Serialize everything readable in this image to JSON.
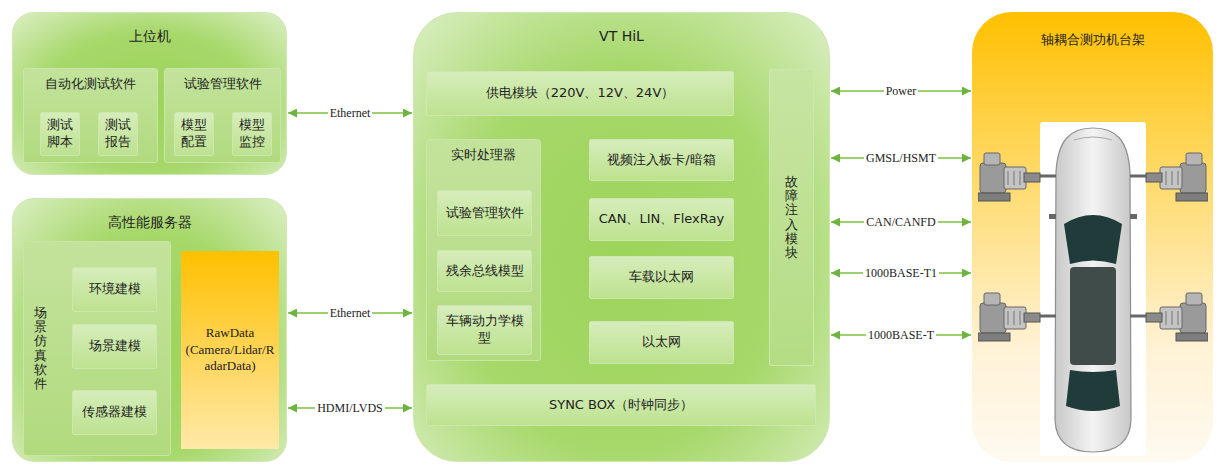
{
  "diagram": {
    "nodes": [
      {
        "text": [
          "上位机"
        ]
      },
      {
        "text": [
          "自动化测试软件"
        ],
        "in": 0
      },
      {
        "text": [
          "测试脚本"
        ],
        "in": 1
      },
      {
        "text": [
          "测试报告"
        ],
        "in": 1
      },
      {
        "text": [
          "试验管理软件"
        ],
        "in": 0
      },
      {
        "text": [
          "模型配置"
        ],
        "in": 4
      },
      {
        "text": [
          "模型监控"
        ],
        "in": 4
      },
      {
        "text": [
          "高性能服务器"
        ]
      },
      {
        "text": [
          "场景仿真软件"
        ],
        "in": 7
      },
      {
        "text": [
          "环境建模"
        ],
        "in": 8
      },
      {
        "text": [
          "场景建模"
        ],
        "in": 8
      },
      {
        "text": [
          "传感器建模"
        ],
        "in": 8
      },
      {
        "text": [
          "RawData (Camera/Lidar/RadarData)"
        ],
        "in": 7
      },
      {
        "text": [
          "VT HiL"
        ]
      },
      {
        "text": [
          "供电模块（220V、12V、24V）"
        ],
        "in": 13
      },
      {
        "text": [
          "实时处理器"
        ],
        "in": 13
      },
      {
        "text": [
          "试验管理软件"
        ],
        "in": 15
      },
      {
        "text": [
          "残余总线模型"
        ],
        "in": 15
      },
      {
        "text": [
          "车辆动力学模型"
        ],
        "in": 15
      },
      {
        "text": [
          "视频注入板卡/暗箱"
        ],
        "in": 13
      },
      {
        "text": [
          "CAN、LIN、FlexRay"
        ],
        "in": 13
      },
      {
        "text": [
          "车载以太网"
        ],
        "in": 13
      },
      {
        "text": [
          "以太网"
        ],
        "in": 13
      },
      {
        "text": [
          "故障注入模块"
        ],
        "in": 13
      },
      {
        "text": [
          "SYNC BOX（时钟同步）"
        ],
        "in": 13
      },
      {
        "text": [
          "轴耦合测功机台架"
        ]
      }
    ],
    "edges": [
      {
        "from": 0,
        "to": 13,
        "label": "Ethernet",
        "arrow": "both"
      },
      {
        "from": 7,
        "to": 13,
        "label": "Ethernet",
        "arrow": "both"
      },
      {
        "from": 7,
        "to": 13,
        "label": "HDMI/LVDS",
        "arrow": "both"
      },
      {
        "from": 13,
        "to": 25,
        "label": "Power",
        "arrow": "both"
      },
      {
        "from": 13,
        "to": 25,
        "label": "GMSL/HSMT",
        "arrow": "both"
      },
      {
        "from": 13,
        "to": 25,
        "label": "CAN/CANFD",
        "arrow": "both"
      },
      {
        "from": 13,
        "to": 25,
        "label": "1000BASE-T1",
        "arrow": "both"
      },
      {
        "from": 13,
        "to": 25,
        "label": "1000BASE-T",
        "arrow": "both"
      }
    ]
  }
}
